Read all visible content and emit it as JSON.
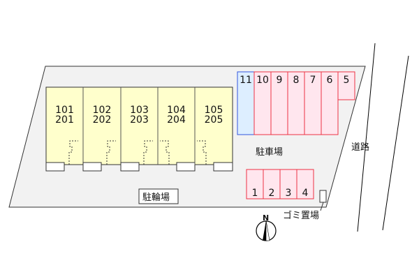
{
  "units": [
    {
      "top": "101",
      "bottom": "201"
    },
    {
      "top": "102",
      "bottom": "202"
    },
    {
      "top": "103",
      "bottom": "203"
    },
    {
      "top": "104",
      "bottom": "204"
    },
    {
      "top": "105",
      "bottom": "205"
    }
  ],
  "parking_top": [
    "11",
    "10",
    "9",
    "8",
    "7",
    "6",
    "5"
  ],
  "parking_bottom": [
    "1",
    "2",
    "3",
    "4"
  ],
  "labels": {
    "parking": "駐車場",
    "bicycle_parking": "駐輪場",
    "garbage": "ゴミ置場",
    "road": "道路",
    "north": "N"
  },
  "colors": {
    "building": "#ffffcc",
    "parking": "#ffe6ee",
    "parking_border": "#ee3344",
    "special_parking": "#ddeeff",
    "special_border": "#3355dd",
    "lot": "#f2f2f2"
  }
}
